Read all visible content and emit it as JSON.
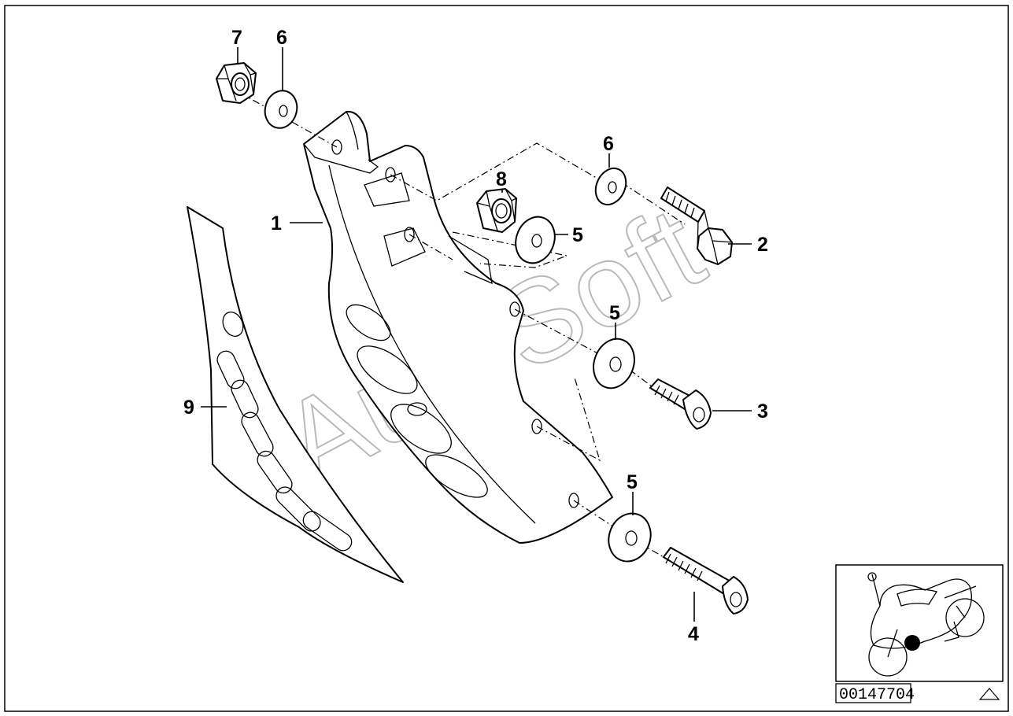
{
  "watermark": "AutoSoft",
  "document_number": "00147704",
  "callouts": {
    "c1": "1",
    "c2": "2",
    "c3": "3",
    "c4": "4",
    "c5a": "5",
    "c5b": "5",
    "c5c": "5",
    "c6a": "6",
    "c6b": "6",
    "c7": "7",
    "c8": "8",
    "c9": "9"
  },
  "icons": {
    "location_marker": "filled-circle",
    "corner_mark": "triangle"
  }
}
